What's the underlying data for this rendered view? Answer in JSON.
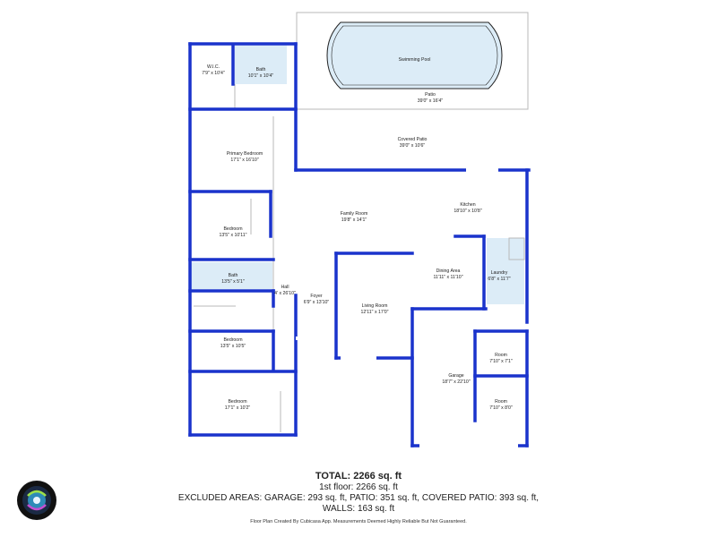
{
  "rooms": {
    "wic": {
      "name": "W.I.C.",
      "dims": "7'9\" x 10'4\""
    },
    "bath_primary": {
      "name": "Bath",
      "dims": "10'1\" x 10'4\""
    },
    "pool": {
      "name": "Swimming Pool"
    },
    "patio": {
      "name": "Patio",
      "dims": "39'0\" x 16'4\""
    },
    "covered_patio": {
      "name": "Covered Patio",
      "dims": "39'0\" x 10'6\""
    },
    "primary_bedroom": {
      "name": "Primary Bedroom",
      "dims": "17'1\" x 16'10\""
    },
    "family_room": {
      "name": "Family Room",
      "dims": "19'8\" x 14'1\""
    },
    "kitchen": {
      "name": "Kitchen",
      "dims": "18'10\" x 10'8\""
    },
    "bedroom_1": {
      "name": "Bedroom",
      "dims": "13'5\" x 10'11\""
    },
    "dining_area": {
      "name": "Dining Area",
      "dims": "11'11\" x 11'10\""
    },
    "laundry": {
      "name": "Laundry",
      "dims": "6'8\" x 11'7\""
    },
    "bath_2": {
      "name": "Bath",
      "dims": "13'5\" x 5'1\""
    },
    "hall": {
      "name": "Hall",
      "dims": "4' x 26'10\""
    },
    "foyer": {
      "name": "Foyer",
      "dims": "6'9\" x 13'10\""
    },
    "living_room": {
      "name": "Living Room",
      "dims": "12'11\" x 17'0\""
    },
    "bedroom_2": {
      "name": "Bedroom",
      "dims": "13'5\" x 10'5\""
    },
    "room_1": {
      "name": "Room",
      "dims": "7'10\" x 7'1\""
    },
    "garage": {
      "name": "Garage",
      "dims": "18'7\" x 22'10\""
    },
    "bedroom_3": {
      "name": "Bedroom",
      "dims": "17'1\" x 10'2\""
    },
    "room_2": {
      "name": "Room",
      "dims": "7'10\" x 8'0\""
    }
  },
  "summary": {
    "total": "TOTAL: 2266 sq. ft",
    "floor1": "1st floor: 2266 sq. ft",
    "excluded": "EXCLUDED AREAS: GARAGE: 293 sq. ft, PATIO: 351 sq. ft, COVERED PATIO: 393 sq. ft,",
    "walls": "WALLS: 163 sq. ft",
    "footer": "Floor Plan Created By Cubicasa App. Measurements Deemed Highly Reliable But Not Guaranteed."
  },
  "colors": {
    "wall": "#1a33cc",
    "fill": "#dcecf7",
    "thin": "#b8b8b8"
  }
}
